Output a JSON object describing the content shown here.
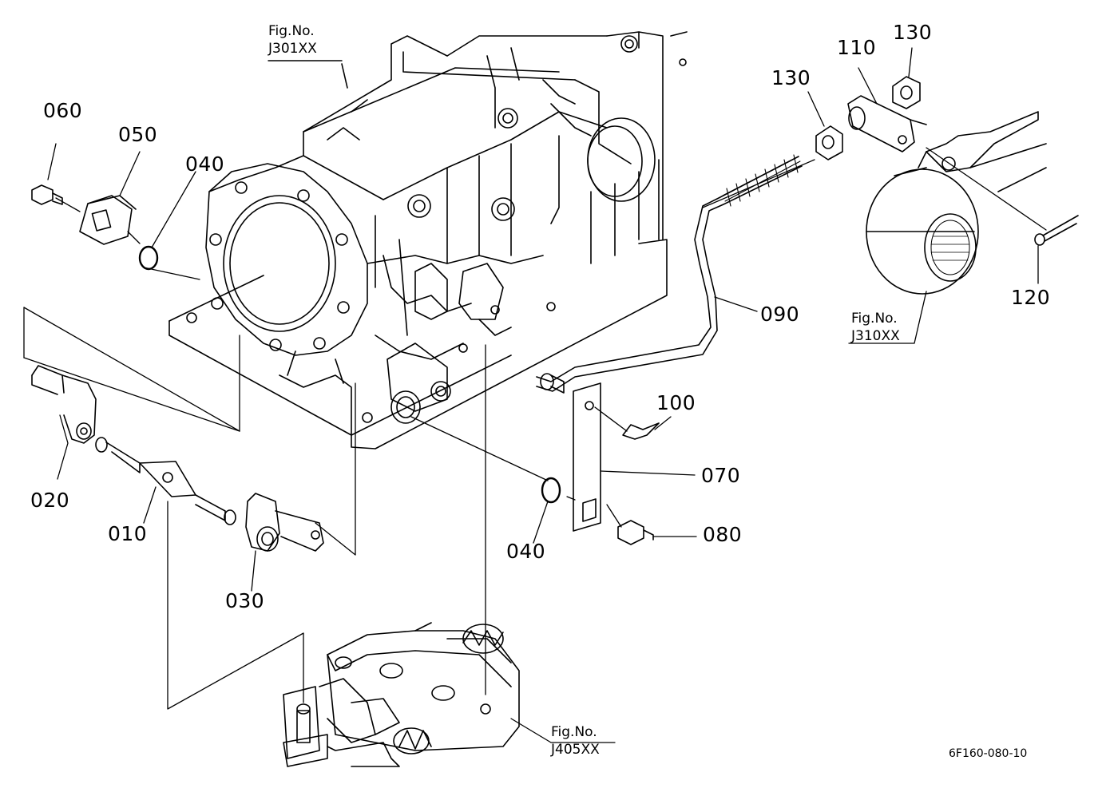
{
  "part_labels": {
    "p010": "010",
    "p020": "020",
    "p030": "030",
    "p040a": "040",
    "p040b": "040",
    "p050": "050",
    "p060": "060",
    "p070": "070",
    "p080": "080",
    "p090": "090",
    "p100": "100",
    "p110": "110",
    "p120": "120",
    "p130a": "130",
    "p130b": "130"
  },
  "figure_refs": {
    "j301": {
      "line1": "Fig.No.",
      "line2": "J301XX"
    },
    "j310": {
      "line1": "Fig.No.",
      "line2": "J310XX"
    },
    "j405": {
      "line1": "Fig.No.",
      "line2": "J405XX"
    }
  },
  "diagram_code": "6F160-080-10"
}
